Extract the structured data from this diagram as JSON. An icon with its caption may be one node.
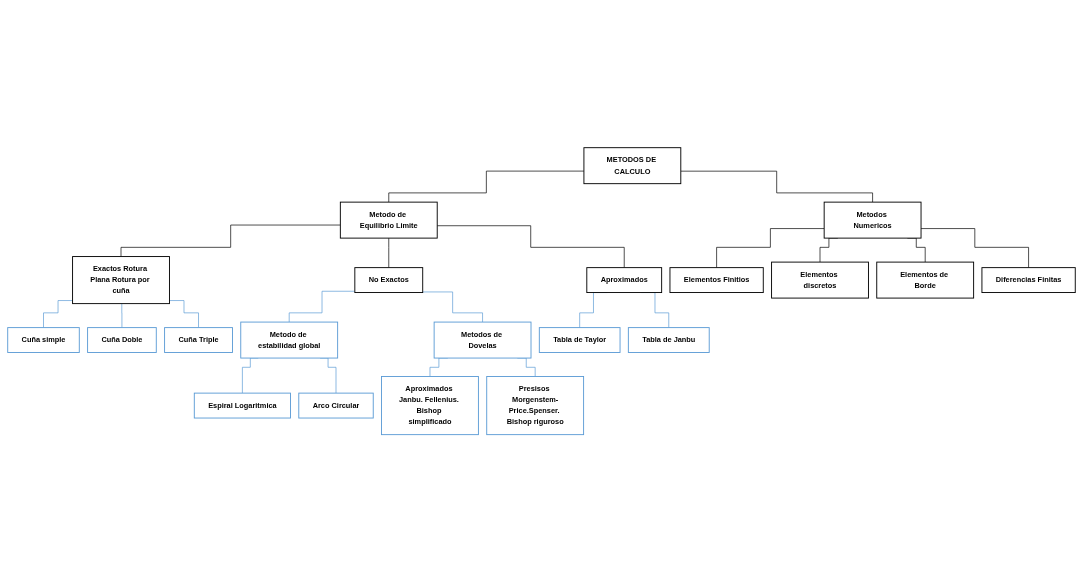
{
  "diagram": {
    "nodes": [
      {
        "text": [
          "METODOS DE CALCULO"
        ]
      },
      {
        "text": [
          "Metodo de Equilibrio Limite"
        ]
      },
      {
        "text": [
          "Metodos Numericos"
        ]
      },
      {
        "text": [
          "Exactos Rotura Plana Rotura por cuña"
        ]
      },
      {
        "text": [
          "No Exactos"
        ]
      },
      {
        "text": [
          "Aproximados"
        ]
      },
      {
        "text": [
          "Cuña simple"
        ]
      },
      {
        "text": [
          "Cuña Doble"
        ]
      },
      {
        "text": [
          "Cuña Triple"
        ]
      },
      {
        "text": [
          "Metodo de estabilidad global"
        ]
      },
      {
        "text": [
          "Metodos de Dovelas"
        ]
      },
      {
        "text": [
          "Espiral Logaritmica"
        ]
      },
      {
        "text": [
          "Arco Circular"
        ]
      },
      {
        "text": [
          "Aproximados Janbu. Fellenius. Bishop simplificado"
        ]
      },
      {
        "text": [
          "Presisos Morgenstem-Price.Spenser. Bishop riguroso"
        ]
      },
      {
        "text": [
          "Tabla de Taylor"
        ]
      },
      {
        "text": [
          "Tabla de Janbu"
        ]
      },
      {
        "text": [
          "Elementos Finitios"
        ]
      },
      {
        "text": [
          "Elementos discretos"
        ]
      },
      {
        "text": [
          "Elementos de Borde"
        ]
      },
      {
        "text": [
          "Diferencias Finitas"
        ]
      }
    ],
    "edges": [
      {
        "from": 0,
        "to": 1,
        "arrow": "none",
        "color": "#000000"
      },
      {
        "from": 0,
        "to": 2,
        "arrow": "none",
        "color": "#000000"
      },
      {
        "from": 1,
        "to": 3,
        "arrow": "none",
        "color": "#000000"
      },
      {
        "from": 1,
        "to": 4,
        "arrow": "none",
        "color": "#000000"
      },
      {
        "from": 1,
        "to": 5,
        "arrow": "none",
        "color": "#000000"
      },
      {
        "from": 3,
        "to": 6,
        "arrow": "none"
      },
      {
        "from": 3,
        "to": 7,
        "arrow": "none"
      },
      {
        "from": 3,
        "to": 8,
        "arrow": "none"
      },
      {
        "from": 4,
        "to": 9,
        "arrow": "none"
      },
      {
        "from": 4,
        "to": 10,
        "arrow": "none"
      },
      {
        "from": 9,
        "to": 11,
        "arrow": "none"
      },
      {
        "from": 9,
        "to": 12,
        "arrow": "none"
      },
      {
        "from": 10,
        "to": 13,
        "arrow": "none"
      },
      {
        "from": 10,
        "to": 14,
        "arrow": "none"
      },
      {
        "from": 5,
        "to": 15,
        "arrow": "none"
      },
      {
        "from": 5,
        "to": 16,
        "arrow": "none"
      },
      {
        "from": 2,
        "to": 17,
        "arrow": "none",
        "color": "#000000"
      },
      {
        "from": 2,
        "to": 18,
        "arrow": "none",
        "color": "#000000"
      },
      {
        "from": 2,
        "to": 19,
        "arrow": "none",
        "color": "#000000"
      },
      {
        "from": 2,
        "to": 20,
        "arrow": "none",
        "color": "#000000"
      }
    ]
  }
}
